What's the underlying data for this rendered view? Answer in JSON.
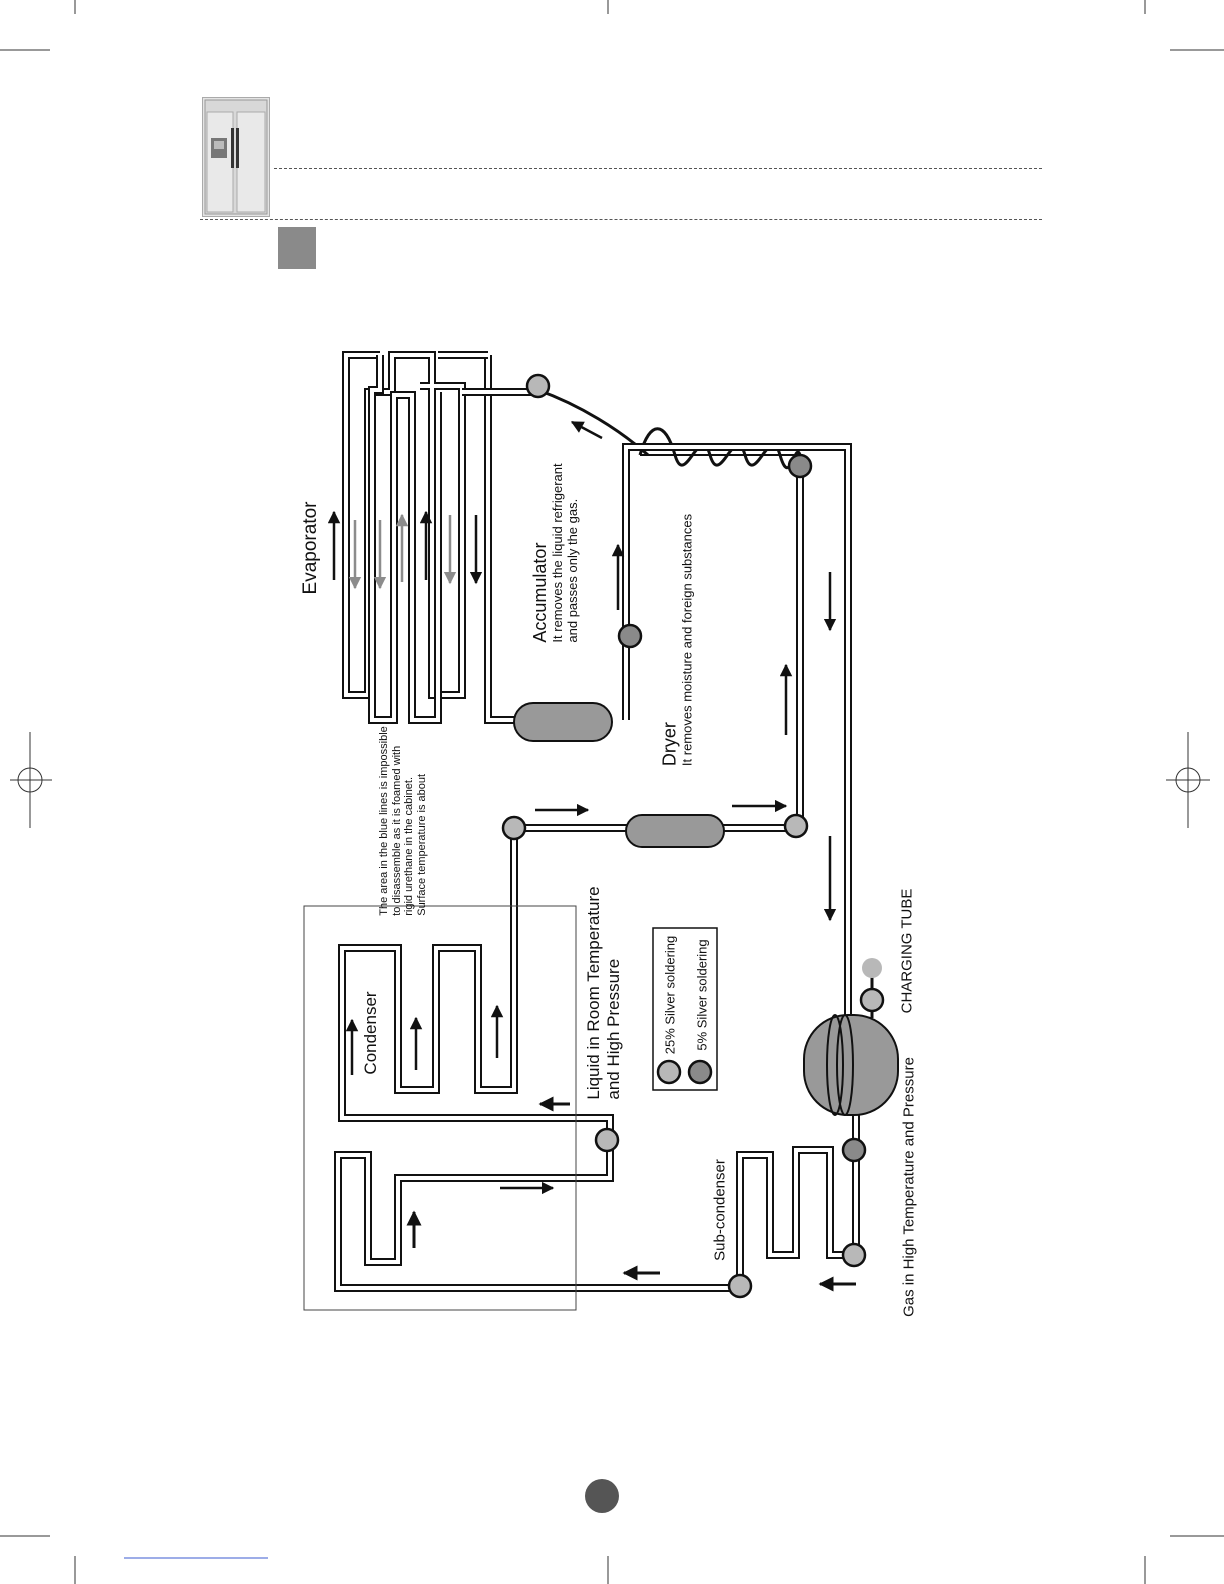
{
  "header": {
    "product_icon": "side-by-side-refrigerator-icon",
    "section_badge": ""
  },
  "labels": {
    "evaporator": "Evaporator",
    "accumulator_title": "Accumulator",
    "accumulator_desc_1": "It removes the liquid refrigerant",
    "accumulator_desc_2": "and passes only the gas.",
    "dryer_title": "Dryer",
    "dryer_desc": "It removes moisture and foreign substances",
    "note_1": "The area in the blue lines is impossible",
    "note_2": "to disassemble as it is foamed with",
    "note_3": "rigid urethane in the cabinet.",
    "note_4": "Surface temperature is about",
    "condenser": "Condenser",
    "liquid_1": "Liquid in Room Temperature",
    "liquid_2": "and High Pressure",
    "legend_25": "25% Silver soldering",
    "legend_5": "5% Silver soldering",
    "charging_tube": "CHARGING TUBE",
    "sub_condenser": "Sub-condenser",
    "gas": "Gas in High Temperature and Pressure"
  },
  "footer": {
    "page_number": ""
  },
  "colors": {
    "solder_25": "#b8b8b8",
    "solder_5": "#8a8a8a",
    "component_fill": "#999999",
    "pipe": "#111111",
    "secondary_arrow": "#8c8c8c"
  }
}
